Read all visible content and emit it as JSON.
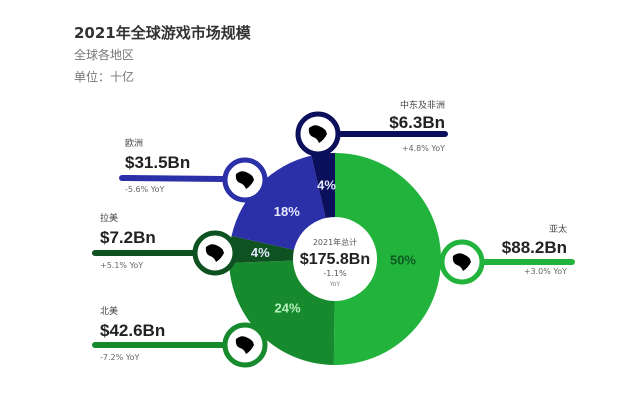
{
  "chart_data": {
    "type": "pie",
    "title": "2021年全球游戏市场规模",
    "subtitle": "全球各地区",
    "unit": "单位：十亿",
    "center": {
      "label": "2021年总计",
      "value": "$175.8Bn",
      "change": "-1.1%",
      "change_unit": "YoY"
    },
    "slices": [
      {
        "region": "亚太",
        "value": 88.2,
        "value_label": "$88.2Bn",
        "percent_label": "50%",
        "yoy": "+3.0% YoY",
        "color": "#22b33c",
        "icon": "asia-pacific-map-icon"
      },
      {
        "region": "北美",
        "value": 42.6,
        "value_label": "$42.6Bn",
        "percent_label": "24%",
        "yoy": "-7.2% YoY",
        "color": "#178a2e",
        "icon": "north-america-map-icon"
      },
      {
        "region": "拉美",
        "value": 7.2,
        "value_label": "$7.2Bn",
        "percent_label": "4%",
        "yoy": "+5.1% YoY",
        "color": "#0d5220",
        "icon": "latin-america-map-icon"
      },
      {
        "region": "欧洲",
        "value": 31.5,
        "value_label": "$31.5Bn",
        "percent_label": "18%",
        "yoy": "-5.6% YoY",
        "color": "#2b2fa8",
        "icon": "europe-map-icon"
      },
      {
        "region": "中东及非洲",
        "value": 6.3,
        "value_label": "$6.3Bn",
        "percent_label": "4%",
        "yoy": "+4.8% YoY",
        "color": "#0c0f5c",
        "icon": "africa-map-icon"
      }
    ]
  }
}
